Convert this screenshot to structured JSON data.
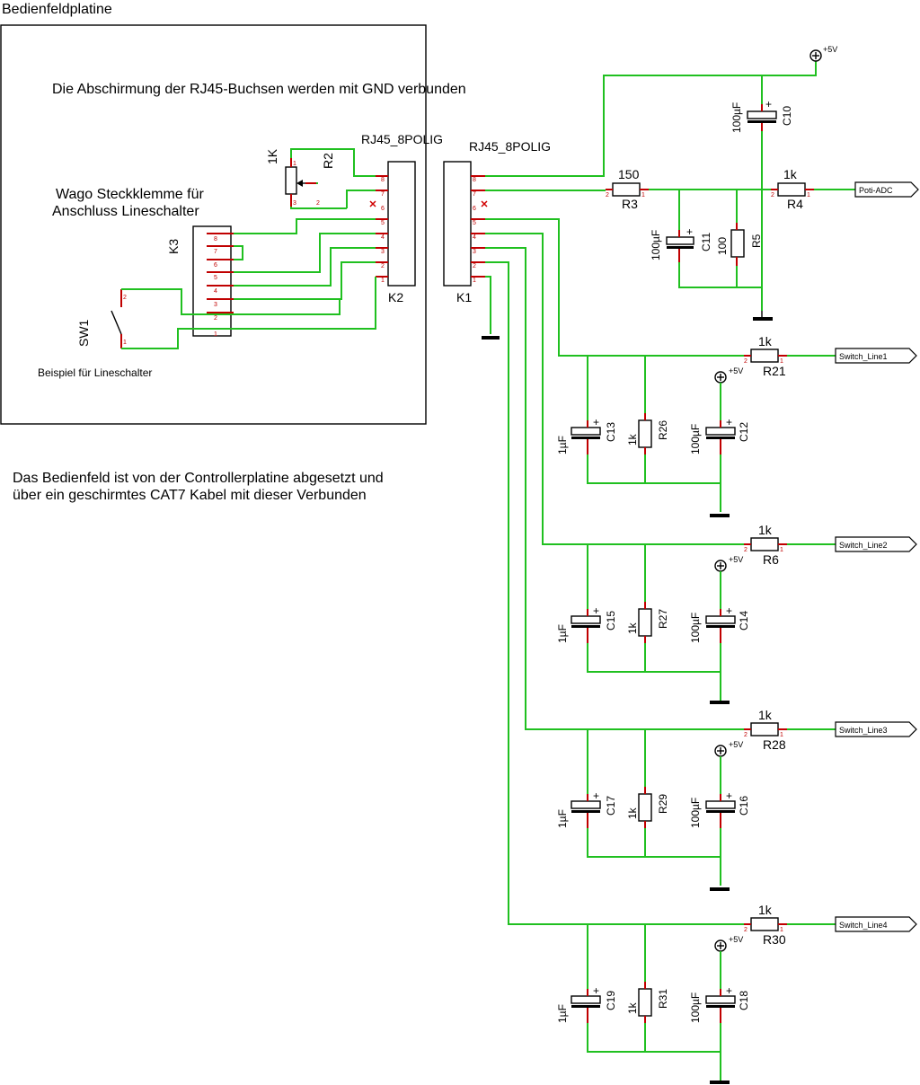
{
  "title": "Bedienfeldplatine",
  "note_shield": "Die Abschirmung der RJ45-Buchsen werden mit GND verbunden",
  "note_wago_line1": "Wago Steckklemme für",
  "note_wago_line2": "Anschluss Lineschalter",
  "note_switch": "Beispiel für Lineschalter",
  "note_desc_line1": "Das Bedienfeld ist von der Controllerplatine abgesetzt und",
  "note_desc_line2": "über ein geschirmtes CAT7 Kabel mit dieser Verbunden",
  "k2": {
    "value": "RJ45_8POLIG",
    "name": "K2"
  },
  "k1": {
    "value": "RJ45_8POLIG",
    "name": "K1"
  },
  "k3": {
    "name": "K3",
    "pins": [
      "8",
      "7",
      "6",
      "5",
      "4",
      "3",
      "2",
      "1"
    ]
  },
  "rj_pins": [
    "8",
    "7",
    "6",
    "5",
    "4",
    "3",
    "2",
    "1"
  ],
  "r2": {
    "name": "R2",
    "value": "1K",
    "pin1": "1",
    "pin2": "2",
    "pin3": "3"
  },
  "sw1": {
    "name": "SW1",
    "pin1": "1",
    "pin2": "2"
  },
  "supply": "+5V",
  "r3": {
    "name": "R3",
    "value": "150"
  },
  "r4": {
    "name": "R4",
    "value": "1k"
  },
  "r5": {
    "name": "R5",
    "value": "100"
  },
  "c10": {
    "name": "C10",
    "value": "100µF"
  },
  "c11": {
    "name": "C11",
    "value": "100µF"
  },
  "poti_label": "Poti-ADC",
  "channels": [
    {
      "r_series": "R21",
      "r_series_value": "1k",
      "r_pd": "R26",
      "r_pd_value": "1k",
      "c_small": "C13",
      "c_small_value": "1µF",
      "c_big": "C12",
      "c_big_value": "100µF",
      "label": "Switch_Line1"
    },
    {
      "r_series": "R6",
      "r_series_value": "1k",
      "r_pd": "R27",
      "r_pd_value": "1k",
      "c_small": "C15",
      "c_small_value": "1µF",
      "c_big": "C14",
      "c_big_value": "100µF",
      "label": "Switch_Line2"
    },
    {
      "r_series": "R28",
      "r_series_value": "1k",
      "r_pd": "R29",
      "r_pd_value": "1k",
      "c_small": "C17",
      "c_small_value": "1µF",
      "c_big": "C16",
      "c_big_value": "100µF",
      "label": "Switch_Line3"
    },
    {
      "r_series": "R30",
      "r_series_value": "1k",
      "r_pd": "R31",
      "r_pd_value": "1k",
      "c_small": "C19",
      "c_small_value": "1µF",
      "c_big": "C18",
      "c_big_value": "100µF",
      "label": "Switch_Line4"
    }
  ],
  "pin_labels": {
    "one": "1",
    "two": "2",
    "plus": "+"
  }
}
